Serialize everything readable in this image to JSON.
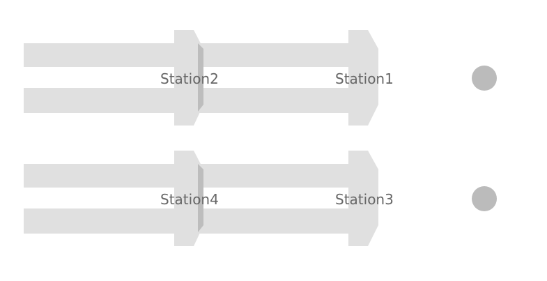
{
  "colors": {
    "track": "#e0e0e0",
    "seam": "#bdbdbd",
    "indicator": "#bbbbbb",
    "label": "#666666",
    "background": "#ffffff"
  },
  "rows": [
    {
      "stations": [
        {
          "label": "Station2"
        },
        {
          "label": "Station1"
        }
      ],
      "indicator_icon": "status-dot"
    },
    {
      "stations": [
        {
          "label": "Station4"
        },
        {
          "label": "Station3"
        }
      ],
      "indicator_icon": "status-dot"
    }
  ]
}
